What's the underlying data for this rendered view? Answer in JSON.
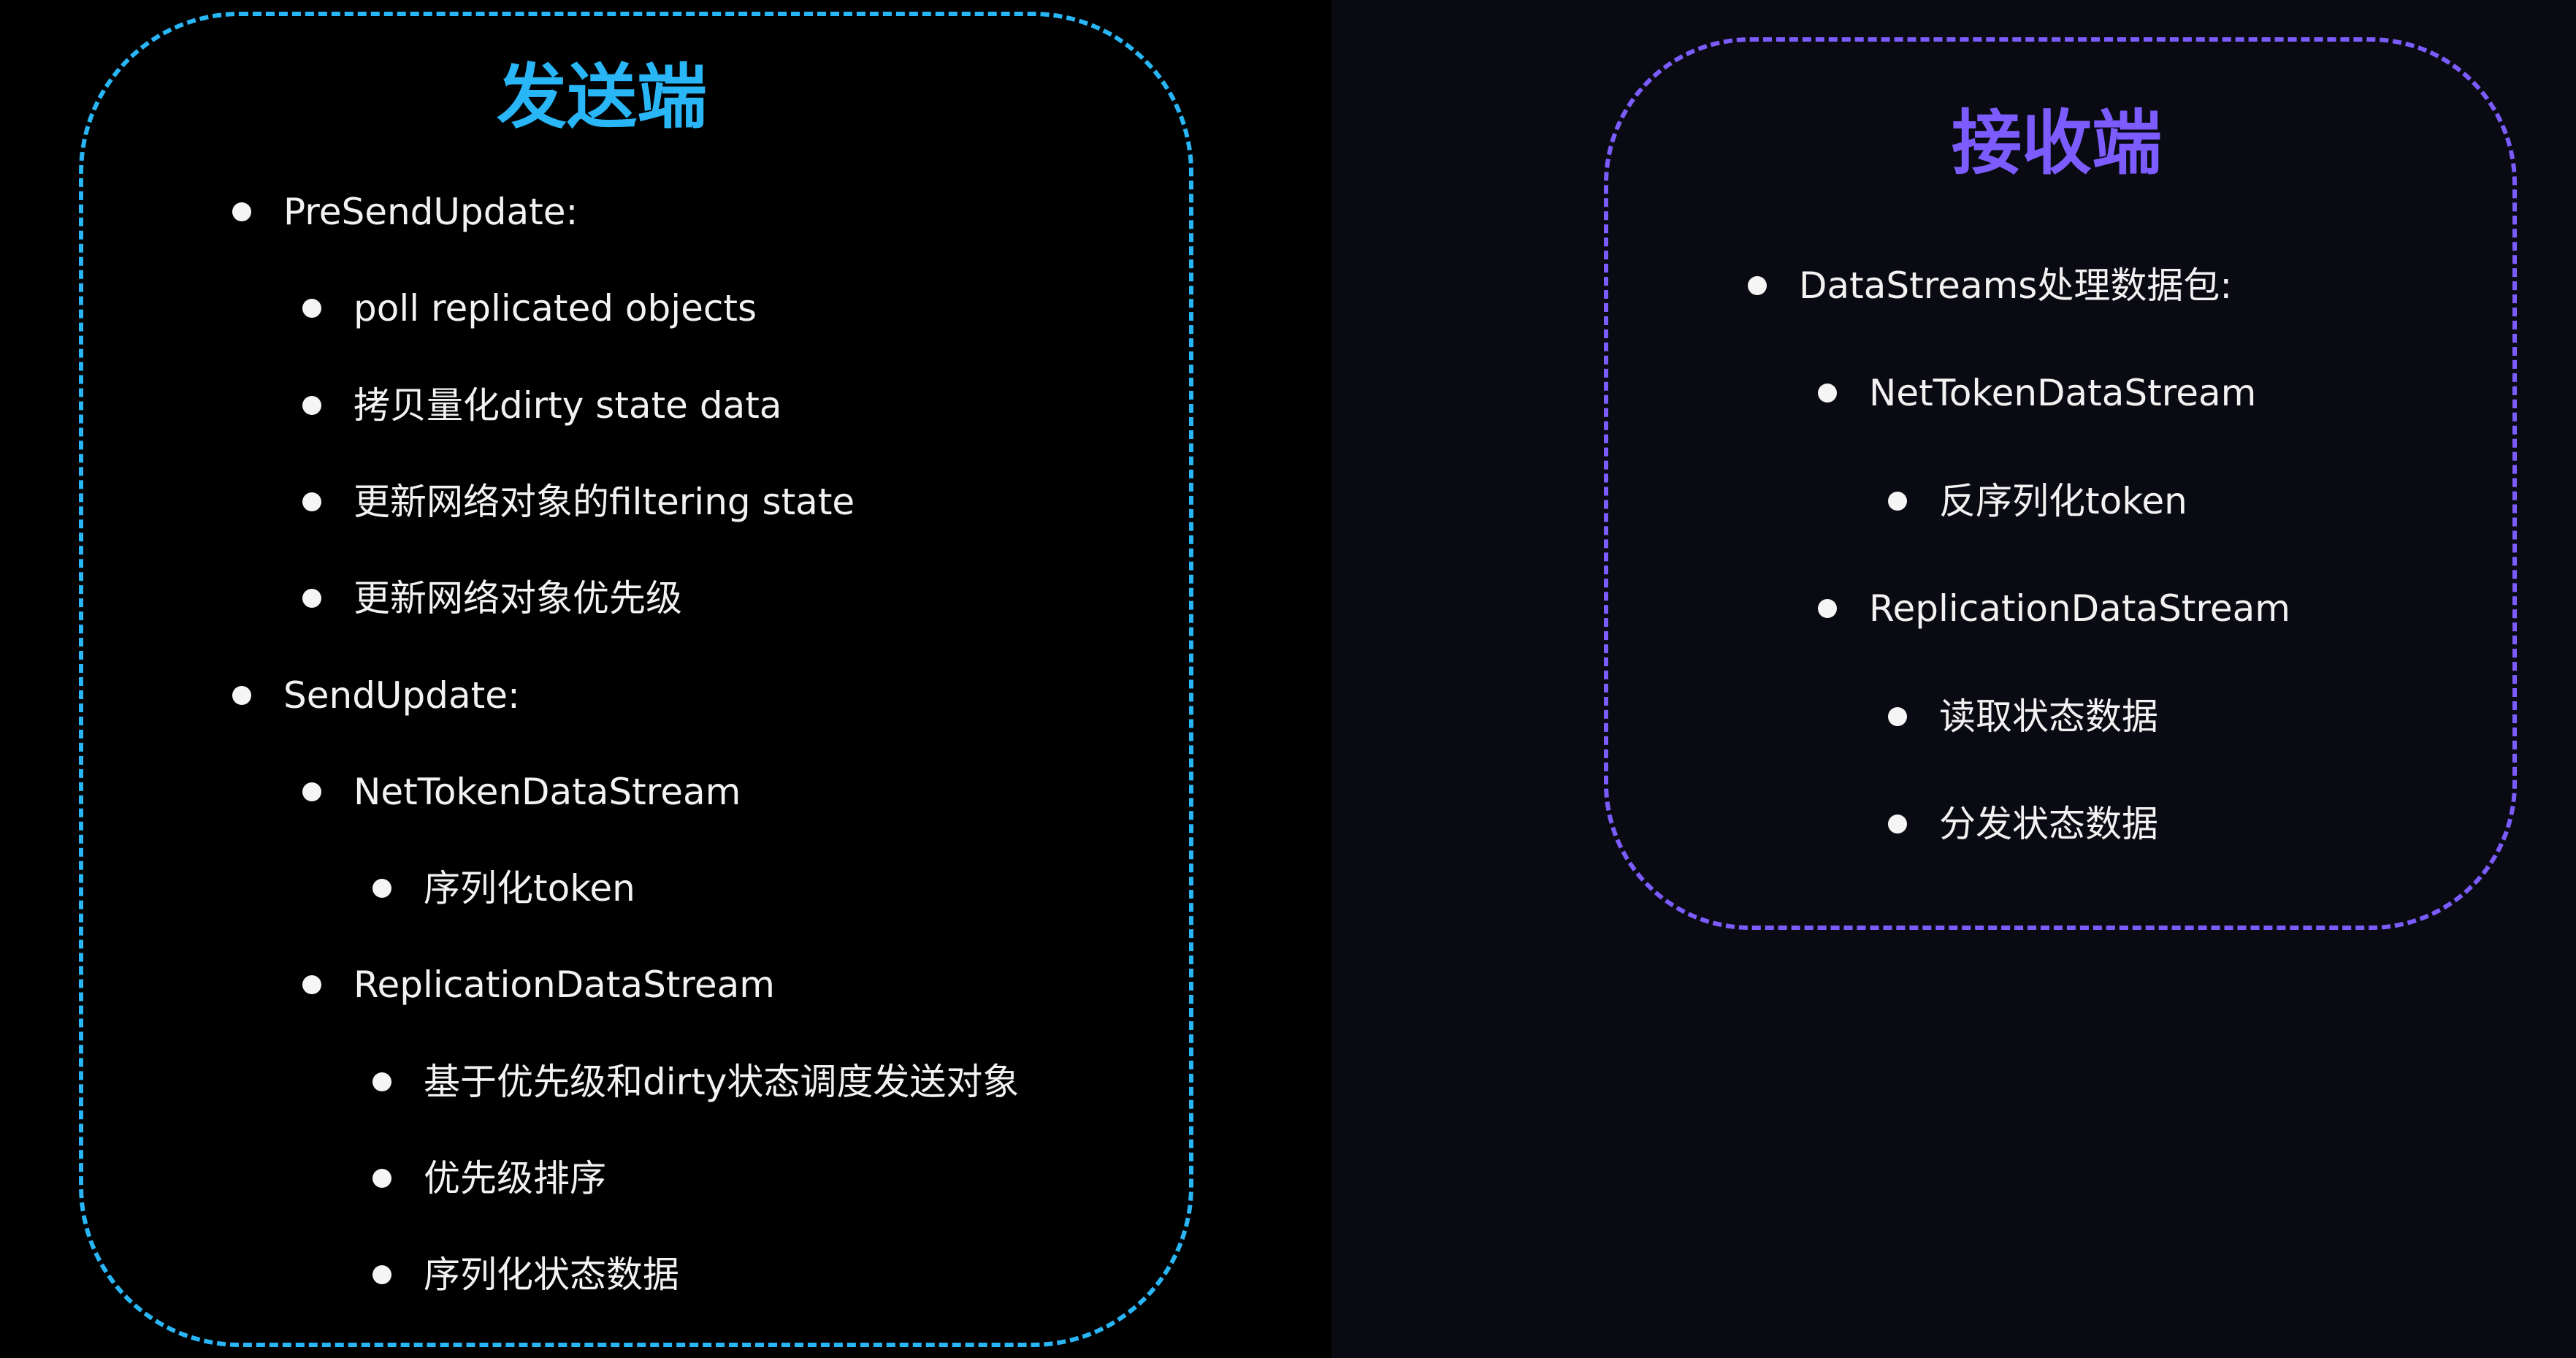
{
  "colors": {
    "left_background": "#000000",
    "right_background": "#0a0b12",
    "sender_accent": "#29b6f6",
    "receiver_accent": "#7c5cff",
    "text": "#f2f2f2"
  },
  "sender": {
    "title": "发送端",
    "items": [
      {
        "text": "PreSendUpdate:",
        "level": 1
      },
      {
        "text": "poll replicated objects",
        "level": 2
      },
      {
        "text": "拷贝量化dirty state data",
        "level": 2
      },
      {
        "text": "更新网络对象的filtering state",
        "level": 2
      },
      {
        "text": "更新网络对象优先级",
        "level": 2
      },
      {
        "text": "SendUpdate:",
        "level": 1
      },
      {
        "text": "NetTokenDataStream",
        "level": 2
      },
      {
        "text": "序列化token",
        "level": 3
      },
      {
        "text": "ReplicationDataStream",
        "level": 2
      },
      {
        "text": "基于优先级和dirty状态调度发送对象",
        "level": 3
      },
      {
        "text": "优先级排序",
        "level": 3
      },
      {
        "text": "序列化状态数据",
        "level": 3
      }
    ]
  },
  "receiver": {
    "title": "接收端",
    "items": [
      {
        "text": "DataStreams处理数据包:",
        "level": 1
      },
      {
        "text": "NetTokenDataStream",
        "level": 2
      },
      {
        "text": "反序列化token",
        "level": 3
      },
      {
        "text": "ReplicationDataStream",
        "level": 2
      },
      {
        "text": "读取状态数据",
        "level": 3
      },
      {
        "text": "分发状态数据",
        "level": 3
      }
    ]
  }
}
